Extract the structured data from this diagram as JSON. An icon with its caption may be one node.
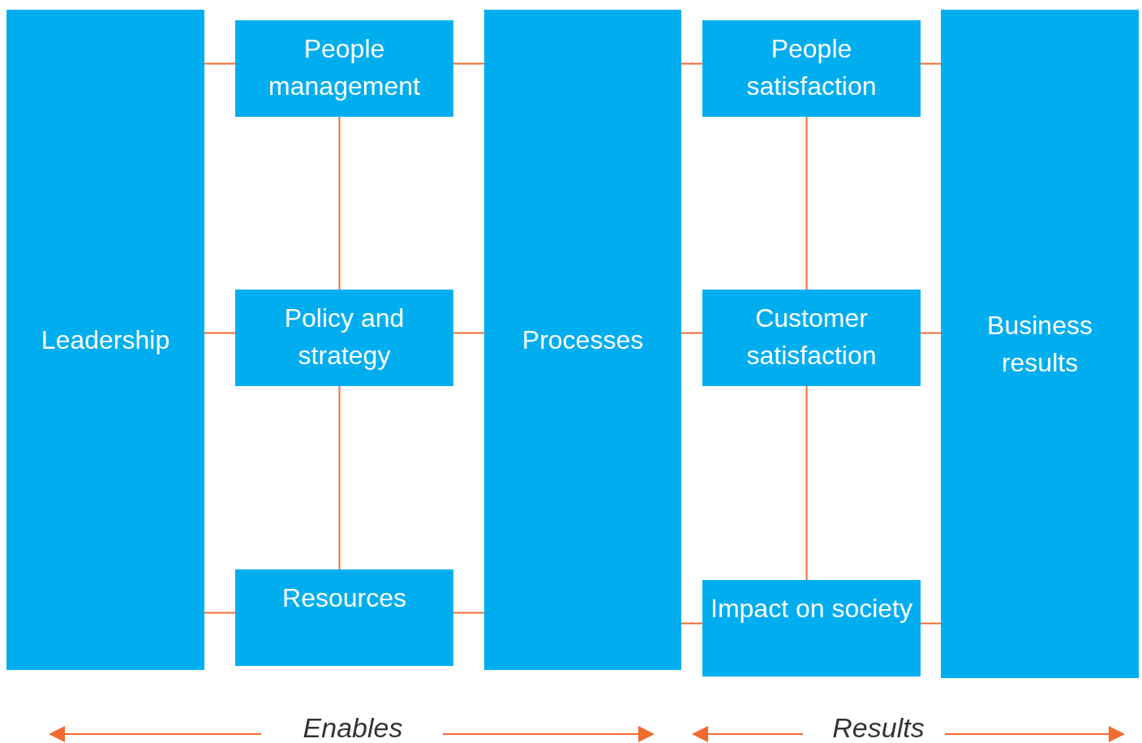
{
  "diagram": {
    "nodes": [
      {
        "text": [
          "Leadership"
        ]
      },
      {
        "text": [
          "People management"
        ]
      },
      {
        "text": [
          "Policy and strategy"
        ]
      },
      {
        "text": [
          "Resources"
        ]
      },
      {
        "text": [
          "Processes"
        ]
      },
      {
        "text": [
          "People satisfaction"
        ]
      },
      {
        "text": [
          "Customer satisfaction"
        ]
      },
      {
        "text": [
          "Impact on society"
        ]
      },
      {
        "text": [
          "Business results"
        ]
      }
    ],
    "edges": [
      {
        "from": 0,
        "to": 1,
        "arrow": "none"
      },
      {
        "from": 0,
        "to": 2,
        "arrow": "none"
      },
      {
        "from": 0,
        "to": 3,
        "arrow": "none"
      },
      {
        "from": 1,
        "to": 2,
        "arrow": "none"
      },
      {
        "from": 2,
        "to": 3,
        "arrow": "none"
      },
      {
        "from": 1,
        "to": 4,
        "arrow": "none"
      },
      {
        "from": 2,
        "to": 4,
        "arrow": "none"
      },
      {
        "from": 3,
        "to": 4,
        "arrow": "none"
      },
      {
        "from": 4,
        "to": 5,
        "arrow": "none"
      },
      {
        "from": 4,
        "to": 6,
        "arrow": "none"
      },
      {
        "from": 4,
        "to": 7,
        "arrow": "none"
      },
      {
        "from": 5,
        "to": 6,
        "arrow": "none"
      },
      {
        "from": 6,
        "to": 7,
        "arrow": "none"
      },
      {
        "from": 5,
        "to": 8,
        "arrow": "none"
      },
      {
        "from": 6,
        "to": 8,
        "arrow": "none"
      },
      {
        "from": 7,
        "to": 8,
        "arrow": "none"
      }
    ],
    "labels": [
      "Enables",
      "Results"
    ]
  }
}
